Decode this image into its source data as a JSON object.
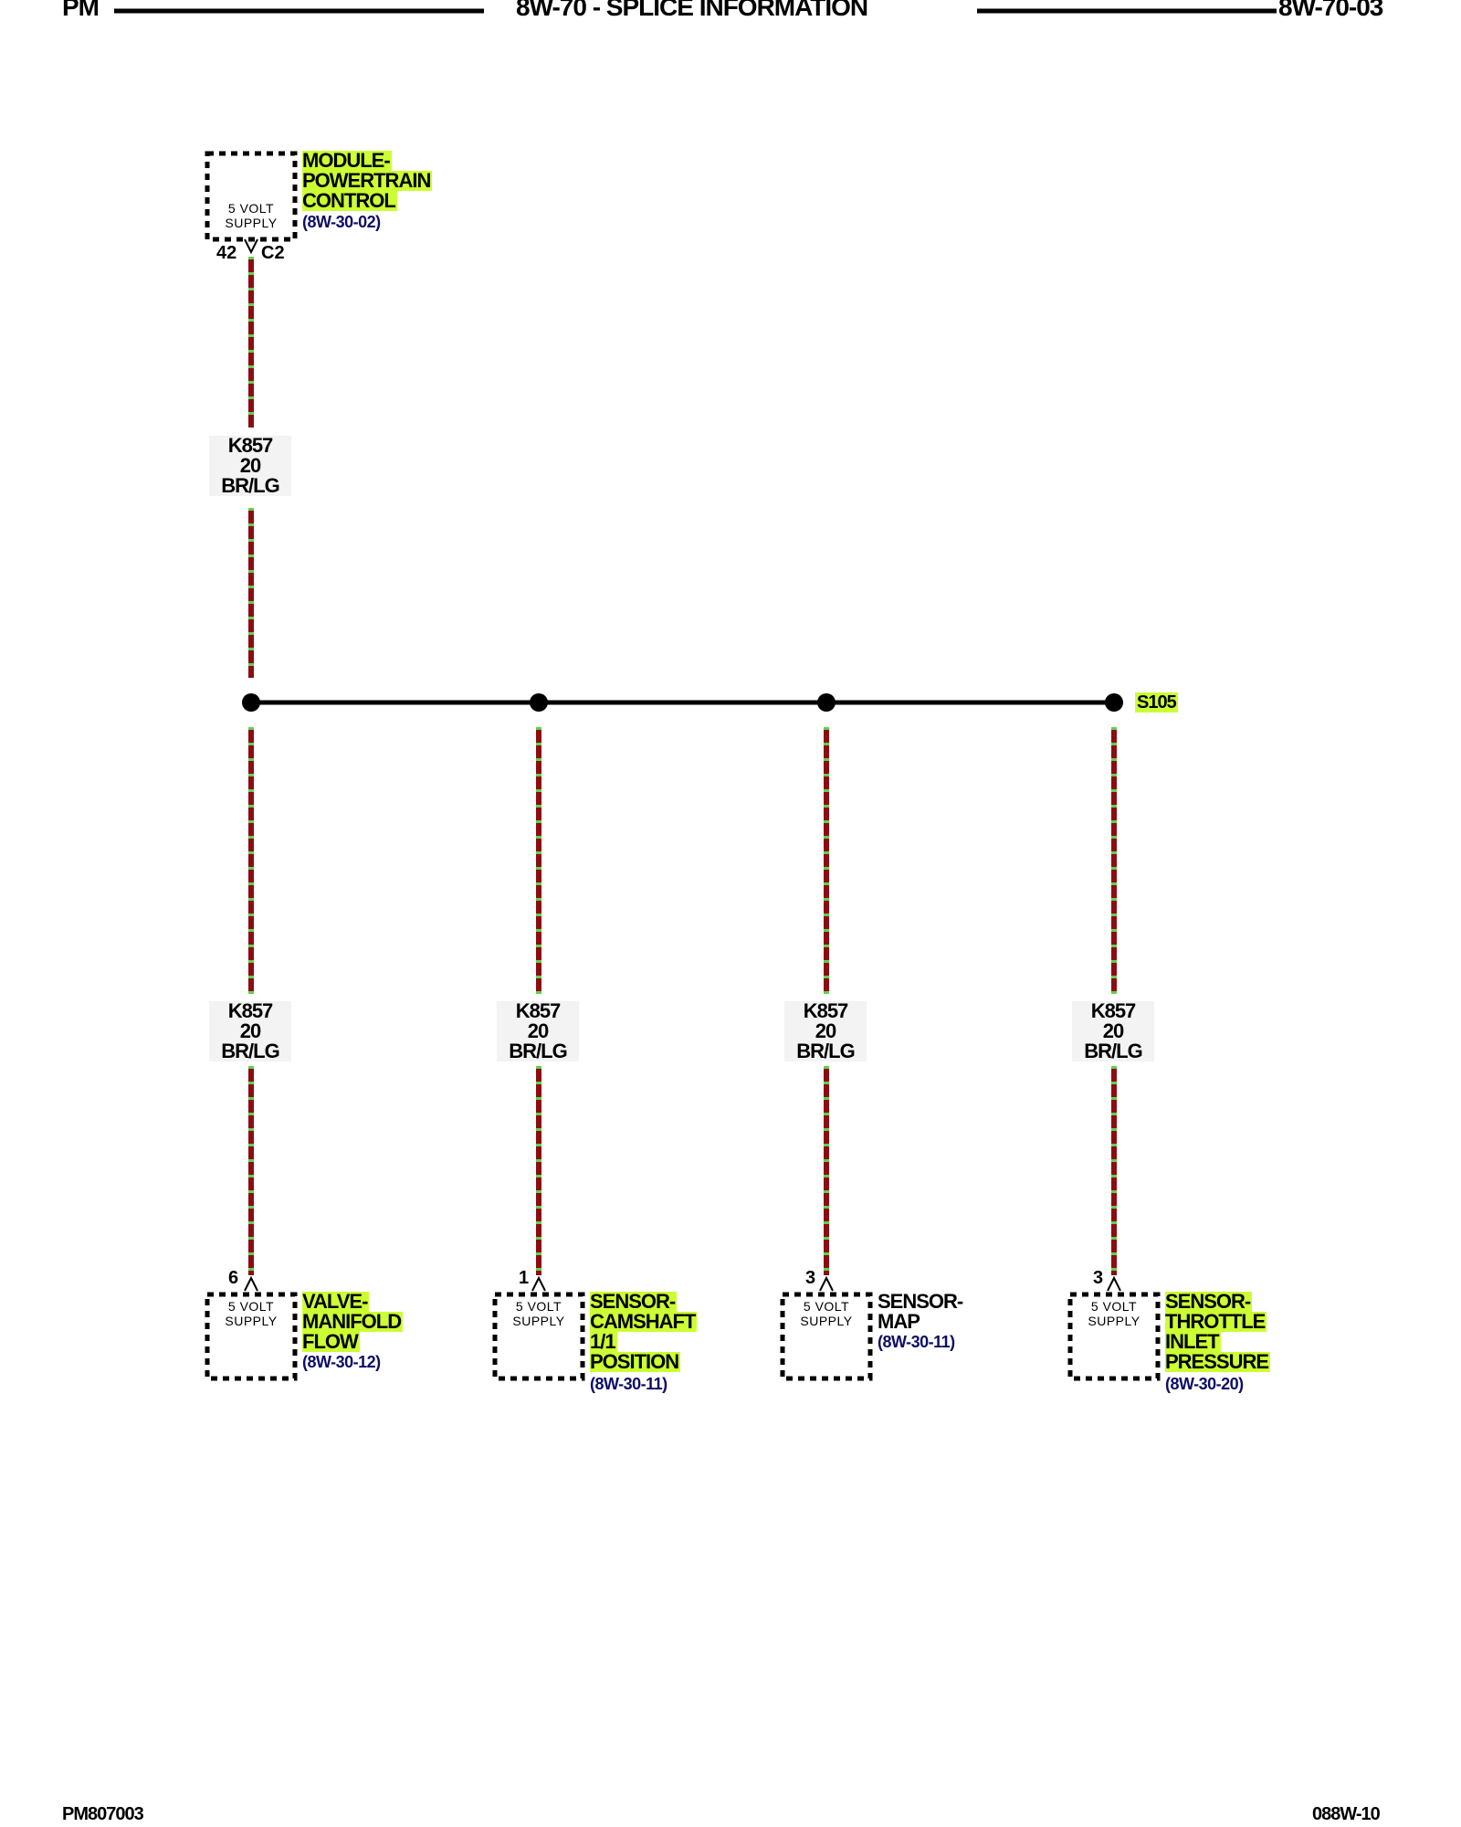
{
  "header": {
    "left": "PM",
    "center": "8W-70 - SPLICE INFORMATION",
    "right": "8W-70-03"
  },
  "footer": {
    "left": "PM807003",
    "right": "088W-10"
  },
  "wire": {
    "circuit": "K857",
    "gauge": "20",
    "color": "BR/LG"
  },
  "splice": {
    "label": "S105"
  },
  "colors": {
    "highlight": "#ccff33",
    "wire_stripe_a": "#8b0d12",
    "wire_stripe_b": "#5fd14a",
    "reference_text": "#0d0d66"
  },
  "module": {
    "supply_lines": [
      "5 VOLT",
      "SUPPLY"
    ],
    "name_lines": [
      "MODULE-",
      "POWERTRAIN",
      "CONTROL"
    ],
    "ref": "(8W-30-02)",
    "pin": "42",
    "connector": "C2"
  },
  "components": [
    {
      "pin": "6",
      "supply_lines": [
        "5 VOLT",
        "SUPPLY"
      ],
      "name_lines": [
        "VALVE-",
        "MANIFOLD",
        "FLOW"
      ],
      "ref": "(8W-30-12)",
      "highlight": true
    },
    {
      "pin": "1",
      "supply_lines": [
        "5 VOLT",
        "SUPPLY"
      ],
      "name_lines": [
        "SENSOR-",
        "CAMSHAFT",
        "1/1",
        "POSITION"
      ],
      "ref": "(8W-30-11)",
      "highlight": true
    },
    {
      "pin": "3",
      "supply_lines": [
        "5 VOLT",
        "SUPPLY"
      ],
      "name_lines": [
        "SENSOR-",
        "MAP"
      ],
      "ref": "(8W-30-11)",
      "highlight": false
    },
    {
      "pin": "3",
      "supply_lines": [
        "5 VOLT",
        "SUPPLY"
      ],
      "name_lines": [
        "SENSOR-",
        "THROTTLE",
        "INLET",
        "PRESSURE"
      ],
      "ref": "(8W-30-20)",
      "highlight": true
    }
  ]
}
